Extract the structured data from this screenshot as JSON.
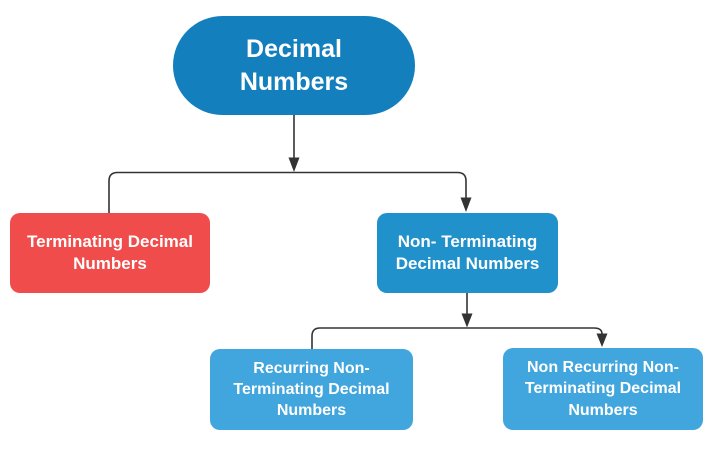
{
  "diagram": {
    "title": "Decimal Numbers classification flowchart",
    "connector_color": "#333333",
    "text_color": "#ffffff",
    "nodes": {
      "root": {
        "label": "Decimal\nNumbers",
        "color": "#137fbd"
      },
      "terminating": {
        "label": "Terminating Decimal\nNumbers",
        "color": "#f14c4c"
      },
      "non_terminating": {
        "label": "Non- Terminating\nDecimal Numbers",
        "color": "#2191cc"
      },
      "recurring": {
        "label": "Recurring Non-\nTerminating Decimal\nNumbers",
        "color": "#41a5de"
      },
      "non_recurring": {
        "label": "Non Recurring Non-\nTerminating Decimal\nNumbers",
        "color": "#41a5de"
      }
    },
    "edges": [
      {
        "from": "root",
        "to": "split-1",
        "arrow": true
      },
      {
        "from": "split-1",
        "to": "terminating",
        "arrow": false
      },
      {
        "from": "split-1",
        "to": "non_terminating",
        "arrow": true
      },
      {
        "from": "non_terminating",
        "to": "split-2",
        "arrow": true
      },
      {
        "from": "split-2",
        "to": "recurring",
        "arrow": false
      },
      {
        "from": "split-2",
        "to": "non_recurring",
        "arrow": true
      }
    ]
  }
}
